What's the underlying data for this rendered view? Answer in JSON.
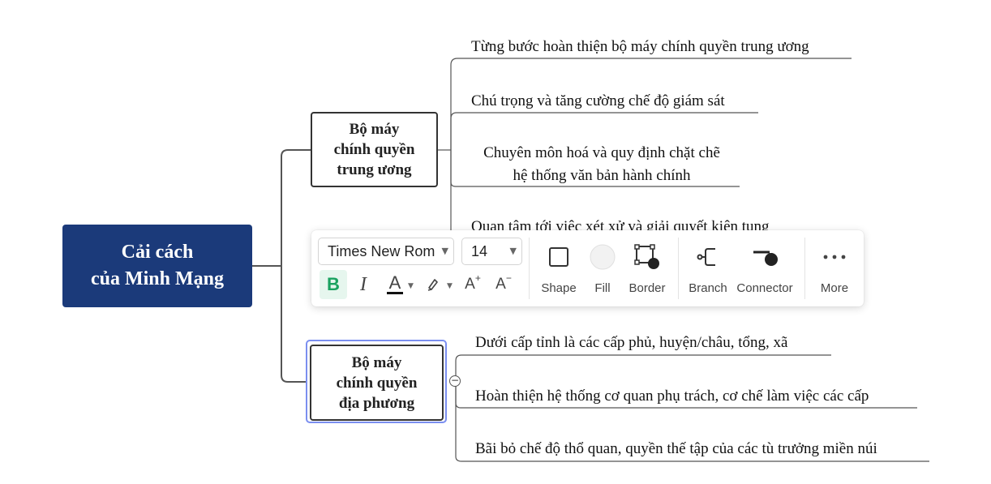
{
  "central_topic": {
    "line1": "Cải cách",
    "line2": "của Minh Mạng"
  },
  "main_topics": [
    {
      "lines": [
        "Bộ máy",
        "chính quyền",
        "trung ương"
      ],
      "subtopics": [
        [
          "Từng bước hoàn thiện bộ máy chính quyền trung ương"
        ],
        [
          "Chú trọng và tăng cường chế độ giám sát"
        ],
        [
          "Chuyên môn hoá và quy định chặt chẽ",
          "hệ thống văn bản hành chính"
        ],
        [
          "Quan tâm tới việc xét xử và giải quyết kiện tụng"
        ]
      ]
    },
    {
      "lines": [
        "Bộ máy",
        "chính quyền",
        "địa phương"
      ],
      "subtopics": [
        [
          "Dưới cấp tỉnh là các cấp phủ, huyện/châu, tổng, xã"
        ],
        [
          "Hoàn thiện hệ thống cơ quan phụ trách, cơ chế làm việc các cấp"
        ],
        [
          "Bãi bỏ chế độ thổ quan, quyền thế tập của các tù trưởng miền núi"
        ]
      ]
    }
  ],
  "collapse_glyph": "−",
  "toolbar": {
    "font_family": "Times New Rom",
    "font_size": "14",
    "bold": "B",
    "italic": "I",
    "font_color": "A",
    "grow": "A",
    "shrink": "A",
    "grow_sup": "+",
    "shrink_sup": "−",
    "shape_label": "Shape",
    "fill_label": "Fill",
    "border_label": "Border",
    "branch_label": "Branch",
    "connector_label": "Connector",
    "more_label": "More"
  },
  "icons": {
    "shape": "square-outline-icon",
    "fill": "circle-fill-icon",
    "border": "border-node-icon",
    "branch": "branch-icon",
    "connector": "connector-icon",
    "more": "more-dots-icon",
    "highlight": "highlighter-icon",
    "chevron": "chevron-down-icon"
  },
  "colors": {
    "central_bg": "#1b3a7a",
    "selection": "#7b8ff0",
    "bold_active": "#1aa260",
    "line": "#555555"
  }
}
